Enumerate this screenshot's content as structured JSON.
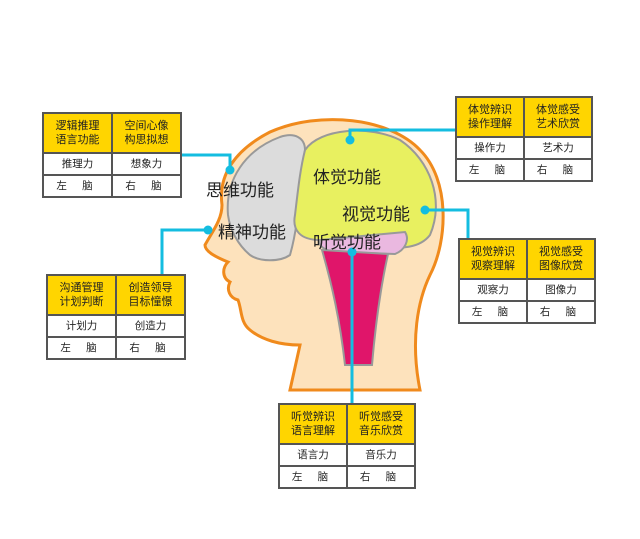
{
  "regions": {
    "thinking": "思维功能",
    "mental": "精神功能",
    "body": "体觉功能",
    "visual": "视觉功能",
    "auditory": "听觉功能"
  },
  "tables": {
    "thinking": {
      "cells": [
        "逻辑推理\n语言功能",
        "空间心像\n构思拟想"
      ],
      "abilities": [
        "推理力",
        "想象力"
      ],
      "sides": [
        "左 脑",
        "右 脑"
      ]
    },
    "body": {
      "cells": [
        "体觉辨识\n操作理解",
        "体觉感受\n艺术欣赏"
      ],
      "abilities": [
        "操作力",
        "艺术力"
      ],
      "sides": [
        "左 脑",
        "右 脑"
      ]
    },
    "mental": {
      "cells": [
        "沟通管理\n计划判断",
        "创造领导\n目标憧憬"
      ],
      "abilities": [
        "计划力",
        "创造力"
      ],
      "sides": [
        "左 脑",
        "右 脑"
      ]
    },
    "visual": {
      "cells": [
        "视觉辨识\n观察理解",
        "视觉感受\n图像欣赏"
      ],
      "abilities": [
        "观察力",
        "图像力"
      ],
      "sides": [
        "左 脑",
        "右 脑"
      ]
    },
    "auditory": {
      "cells": [
        "听觉辨识\n语言理解",
        "听觉感受\n音乐欣赏"
      ],
      "abilities": [
        "语言力",
        "音乐力"
      ],
      "sides": [
        "左 脑",
        "右 脑"
      ]
    }
  },
  "colors": {
    "connector": "#14bde0",
    "yellow": "#ffd500",
    "outline": "#f08a1c"
  }
}
